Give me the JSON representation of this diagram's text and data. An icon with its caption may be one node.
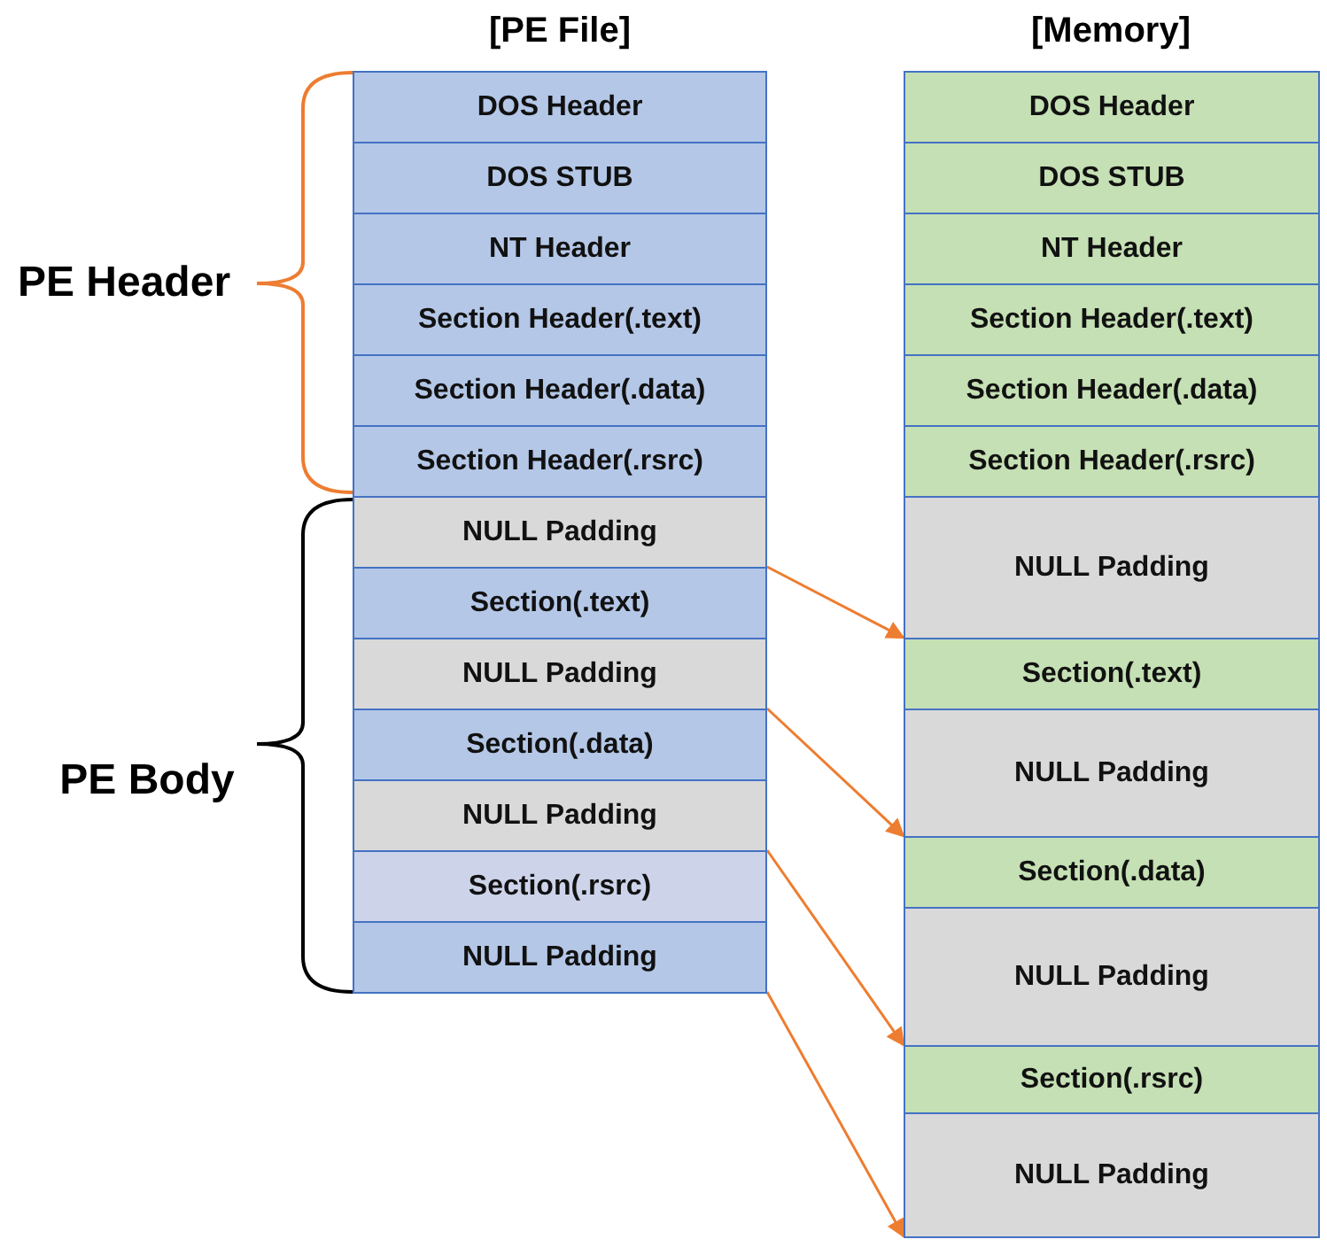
{
  "diagram": {
    "nodes": [
      {
        "text": [
          "DOS Header"
        ]
      },
      {
        "text": [
          "DOS STUB"
        ]
      },
      {
        "text": [
          "NT Header"
        ]
      },
      {
        "text": [
          "Section Header(.text)"
        ]
      },
      {
        "text": [
          "Section Header(.data)"
        ]
      },
      {
        "text": [
          "Section Header(.rsrc)"
        ]
      },
      {
        "text": [
          "NULL Padding"
        ]
      },
      {
        "text": [
          "Section(.text)"
        ]
      },
      {
        "text": [
          "NULL Padding"
        ]
      },
      {
        "text": [
          "Section(.data)"
        ]
      },
      {
        "text": [
          "NULL Padding"
        ]
      },
      {
        "text": [
          "Section(.rsrc)"
        ]
      },
      {
        "text": [
          "NULL Padding"
        ]
      },
      {
        "text": [
          "DOS Header"
        ]
      },
      {
        "text": [
          "DOS STUB"
        ]
      },
      {
        "text": [
          "NT Header"
        ]
      },
      {
        "text": [
          "Section Header(.text)"
        ]
      },
      {
        "text": [
          "Section Header(.data)"
        ]
      },
      {
        "text": [
          "Section Header(.rsrc)"
        ]
      },
      {
        "text": [
          "NULL Padding"
        ]
      },
      {
        "text": [
          "Section(.text)"
        ]
      },
      {
        "text": [
          "NULL Padding"
        ]
      },
      {
        "text": [
          "Section(.data)"
        ]
      },
      {
        "text": [
          "NULL Padding"
        ]
      },
      {
        "text": [
          "Section(.rsrc)"
        ]
      },
      {
        "text": [
          "NULL Padding"
        ]
      }
    ],
    "edges": [
      {
        "from": 7,
        "to": 20,
        "arrow": "to"
      },
      {
        "from": 9,
        "to": 22,
        "arrow": "to"
      },
      {
        "from": 11,
        "to": 24,
        "arrow": "to"
      },
      {
        "from": 12,
        "to": 25,
        "arrow": "to"
      }
    ],
    "labels": [
      "[PE File]",
      "[Memory]",
      "PE Header",
      "PE Body"
    ]
  }
}
